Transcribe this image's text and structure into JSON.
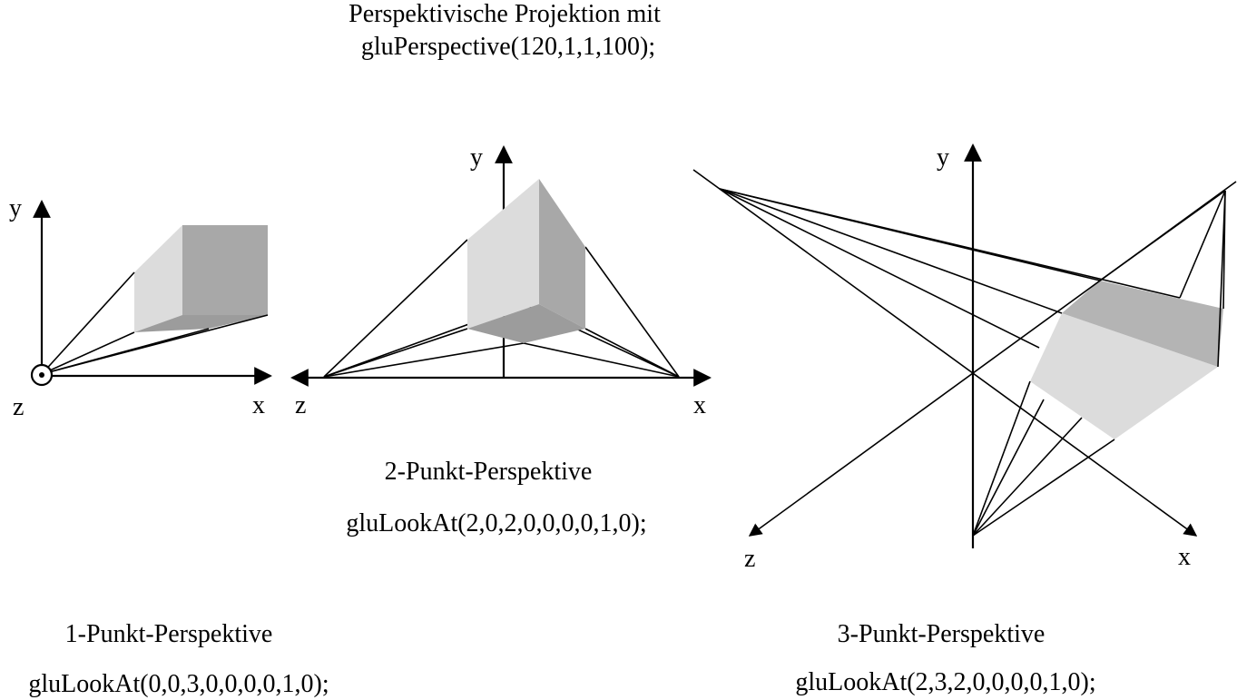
{
  "title": {
    "line1": "Perspektivische Projektion mit",
    "line2": "gluPerspective(120,1,1,100);"
  },
  "panels": {
    "one_point": {
      "caption": "1-Punkt-Perspektive",
      "code": "gluLookAt(0,0,3,0,0,0,0,1,0);",
      "axis_x": "x",
      "axis_y": "y",
      "axis_z": "z"
    },
    "two_point": {
      "caption": "2-Punkt-Perspektive",
      "code": "gluLookAt(2,0,2,0,0,0,0,1,0);",
      "axis_x": "x",
      "axis_y": "y",
      "axis_z": "z"
    },
    "three_point": {
      "caption": "3-Punkt-Perspektive",
      "code": "gluLookAt(2,3,2,0,0,0,0,1,0);",
      "axis_x": "x",
      "axis_y": "y",
      "axis_z": "z"
    }
  },
  "colors": {
    "face_light": "#dcdcdc",
    "face_mid": "#a8a8a8",
    "face_dark": "#b4b4b4",
    "face_bottom": "#9c9c9c",
    "line": "#000000"
  }
}
